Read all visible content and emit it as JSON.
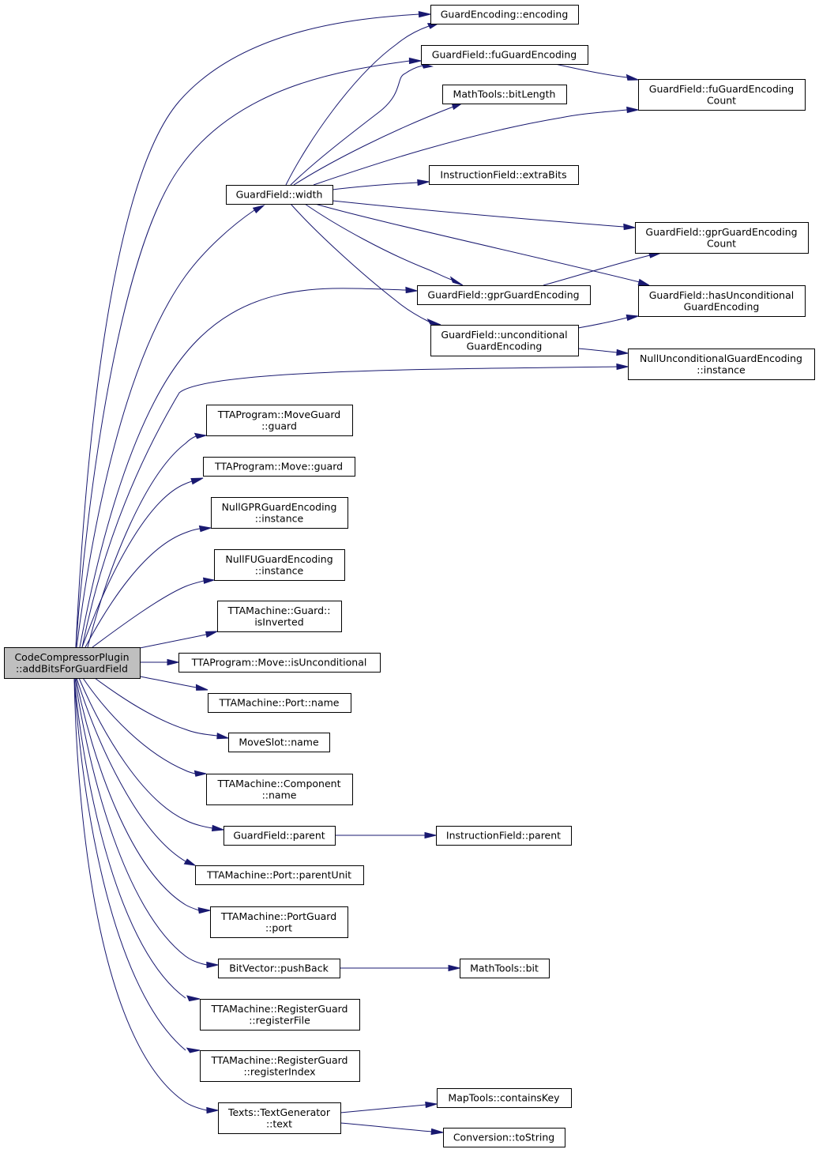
{
  "diagram": {
    "type": "call-graph",
    "colors": {
      "edge": "#191970",
      "node_border": "#000000",
      "root_fill": "#bfbfbf",
      "node_fill": "#ffffff"
    },
    "nodes": [
      {
        "id": "root",
        "lines": [
          "CodeCompressorPlugin",
          "::addBitsForGuardField"
        ]
      },
      {
        "id": "ge_encoding",
        "lines": [
          "GuardEncoding::encoding"
        ]
      },
      {
        "id": "gf_fuenc",
        "lines": [
          "GuardField::fuGuardEncoding"
        ]
      },
      {
        "id": "mt_bitlength",
        "lines": [
          "MathTools::bitLength"
        ]
      },
      {
        "id": "gf_fuenc_count",
        "lines": [
          "GuardField::fuGuardEncoding",
          "Count"
        ]
      },
      {
        "id": "if_extrabits",
        "lines": [
          "InstructionField::extraBits"
        ]
      },
      {
        "id": "gf_width",
        "lines": [
          "GuardField::width"
        ]
      },
      {
        "id": "gf_gprenc_count",
        "lines": [
          "GuardField::gprGuardEncoding",
          "Count"
        ]
      },
      {
        "id": "gf_gprenc",
        "lines": [
          "GuardField::gprGuardEncoding"
        ]
      },
      {
        "id": "gf_hasuncond",
        "lines": [
          "GuardField::hasUnconditional",
          "GuardEncoding"
        ]
      },
      {
        "id": "gf_uncond",
        "lines": [
          "GuardField::unconditional",
          "GuardEncoding"
        ]
      },
      {
        "id": "nuge_instance",
        "lines": [
          "NullUnconditionalGuardEncoding",
          "::instance"
        ]
      },
      {
        "id": "tp_moveguard",
        "lines": [
          "TTAProgram::MoveGuard",
          "::guard"
        ]
      },
      {
        "id": "tp_move_guard",
        "lines": [
          "TTAProgram::Move::guard"
        ]
      },
      {
        "id": "ngpr_instance",
        "lines": [
          "NullGPRGuardEncoding",
          "::instance"
        ]
      },
      {
        "id": "nfu_instance",
        "lines": [
          "NullFUGuardEncoding",
          "::instance"
        ]
      },
      {
        "id": "tm_guard_inv",
        "lines": [
          "TTAMachine::Guard::",
          "isInverted"
        ]
      },
      {
        "id": "tp_move_uncond",
        "lines": [
          "TTAProgram::Move::isUnconditional"
        ]
      },
      {
        "id": "tm_port_name",
        "lines": [
          "TTAMachine::Port::name"
        ]
      },
      {
        "id": "ms_name",
        "lines": [
          "MoveSlot::name"
        ]
      },
      {
        "id": "tm_comp_name",
        "lines": [
          "TTAMachine::Component",
          "::name"
        ]
      },
      {
        "id": "gf_parent",
        "lines": [
          "GuardField::parent"
        ]
      },
      {
        "id": "if_parent",
        "lines": [
          "InstructionField::parent"
        ]
      },
      {
        "id": "tm_port_parentunit",
        "lines": [
          "TTAMachine::Port::parentUnit"
        ]
      },
      {
        "id": "tm_portguard_port",
        "lines": [
          "TTAMachine::PortGuard",
          "::port"
        ]
      },
      {
        "id": "bv_pushback",
        "lines": [
          "BitVector::pushBack"
        ]
      },
      {
        "id": "mt_bit",
        "lines": [
          "MathTools::bit"
        ]
      },
      {
        "id": "tm_rg_rf",
        "lines": [
          "TTAMachine::RegisterGuard",
          "::registerFile"
        ]
      },
      {
        "id": "tm_rg_ri",
        "lines": [
          "TTAMachine::RegisterGuard",
          "::registerIndex"
        ]
      },
      {
        "id": "tt_text",
        "lines": [
          "Texts::TextGenerator",
          "::text"
        ]
      },
      {
        "id": "mt_containskey",
        "lines": [
          "MapTools::containsKey"
        ]
      },
      {
        "id": "conv_tostring",
        "lines": [
          "Conversion::toString"
        ]
      }
    ],
    "edges": [
      {
        "from": "root",
        "to": "ge_encoding"
      },
      {
        "from": "root",
        "to": "gf_fuenc"
      },
      {
        "from": "root",
        "to": "gf_width"
      },
      {
        "from": "root",
        "to": "gf_gprenc"
      },
      {
        "from": "root",
        "to": "nuge_instance"
      },
      {
        "from": "root",
        "to": "tp_moveguard"
      },
      {
        "from": "root",
        "to": "tp_move_guard"
      },
      {
        "from": "root",
        "to": "ngpr_instance"
      },
      {
        "from": "root",
        "to": "nfu_instance"
      },
      {
        "from": "root",
        "to": "tm_guard_inv"
      },
      {
        "from": "root",
        "to": "tp_move_uncond"
      },
      {
        "from": "root",
        "to": "tm_port_name"
      },
      {
        "from": "root",
        "to": "ms_name"
      },
      {
        "from": "root",
        "to": "tm_comp_name"
      },
      {
        "from": "root",
        "to": "gf_parent"
      },
      {
        "from": "root",
        "to": "tm_port_parentunit"
      },
      {
        "from": "root",
        "to": "tm_portguard_port"
      },
      {
        "from": "root",
        "to": "bv_pushback"
      },
      {
        "from": "root",
        "to": "tm_rg_rf"
      },
      {
        "from": "root",
        "to": "tm_rg_ri"
      },
      {
        "from": "root",
        "to": "tt_text"
      },
      {
        "from": "gf_width",
        "to": "ge_encoding"
      },
      {
        "from": "gf_width",
        "to": "gf_fuenc"
      },
      {
        "from": "gf_width",
        "to": "mt_bitlength"
      },
      {
        "from": "gf_width",
        "to": "gf_fuenc_count"
      },
      {
        "from": "gf_width",
        "to": "if_extrabits"
      },
      {
        "from": "gf_width",
        "to": "gf_gprenc_count"
      },
      {
        "from": "gf_width",
        "to": "gf_gprenc"
      },
      {
        "from": "gf_width",
        "to": "gf_hasuncond"
      },
      {
        "from": "gf_width",
        "to": "gf_uncond"
      },
      {
        "from": "gf_fuenc",
        "to": "gf_fuenc_count"
      },
      {
        "from": "gf_gprenc",
        "to": "gf_gprenc_count"
      },
      {
        "from": "gf_uncond",
        "to": "gf_hasuncond"
      },
      {
        "from": "gf_uncond",
        "to": "nuge_instance"
      },
      {
        "from": "gf_parent",
        "to": "if_parent"
      },
      {
        "from": "bv_pushback",
        "to": "mt_bit"
      },
      {
        "from": "tt_text",
        "to": "mt_containskey"
      },
      {
        "from": "tt_text",
        "to": "conv_tostring"
      }
    ]
  }
}
